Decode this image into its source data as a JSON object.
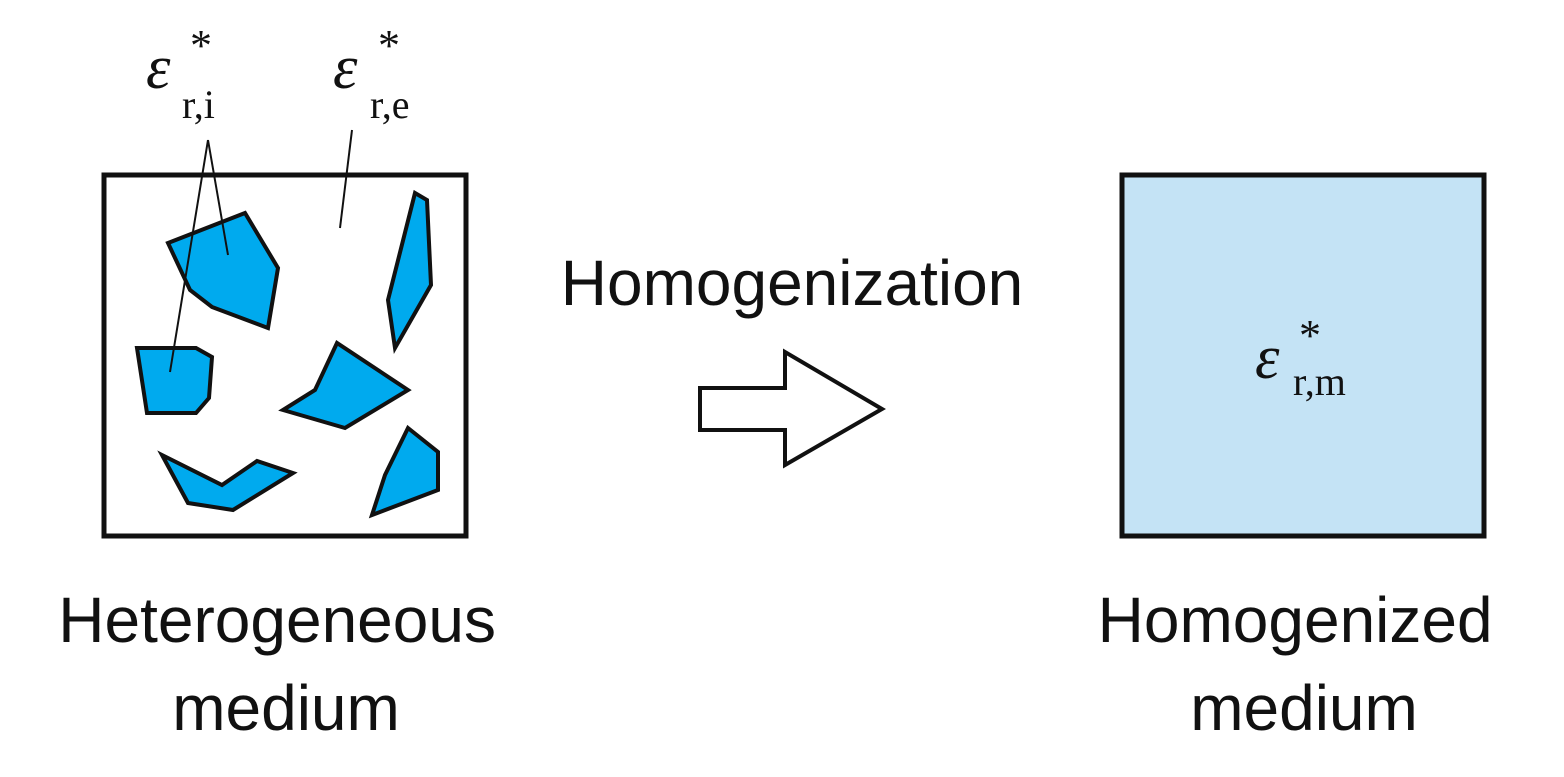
{
  "diagram": {
    "process_label": "Homogenization",
    "left_caption": {
      "line1": "Heterogeneous",
      "line2": "medium"
    },
    "right_caption": {
      "line1": "Homogenized",
      "line2": "medium"
    },
    "symbols": {
      "inclusion": {
        "base": "ε",
        "sup": "*",
        "sub": "r,i"
      },
      "matrix": {
        "base": "ε",
        "sup": "*",
        "sub": "r,e"
      },
      "homogenized": {
        "base": "ε",
        "sup": "*",
        "sub": "r,m"
      }
    },
    "colors": {
      "inclusion_fill": "#00aaee",
      "homogenized_fill": "#c4e3f5",
      "stroke": "#111111"
    }
  }
}
